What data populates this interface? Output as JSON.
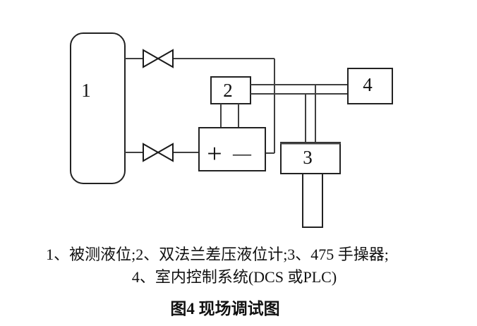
{
  "figure": {
    "components": {
      "tank_label": "1",
      "transmitter_label": "2",
      "communicator_label": "3",
      "control_system_label": "4",
      "plus_sign": "+",
      "minus_sign": "—"
    },
    "caption": {
      "legend_line1": "1、被测液位;2、双法兰差压液位计;3、475 手操器;",
      "legend_line2": "4、室内控制系统(DCS 或PLC)",
      "figure_title": "图4 现场调试图"
    },
    "colors": {
      "line": "#3f3f3f",
      "box_border": "#222222",
      "text": "#111111",
      "background": "#ffffff"
    }
  }
}
